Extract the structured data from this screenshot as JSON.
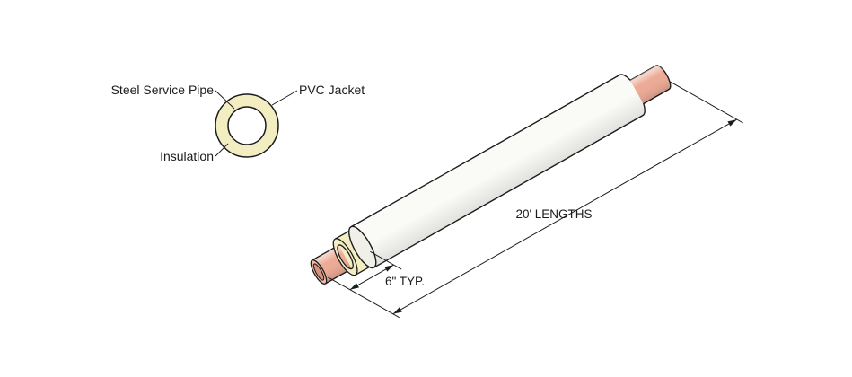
{
  "cross_section": {
    "labels": {
      "steel_service_pipe": "Steel Service Pipe",
      "pvc_jacket": "PVC Jacket",
      "insulation": "Insulation"
    }
  },
  "isometric": {
    "dim_end": "6\" TYP.",
    "dim_length": "20' LENGTHS"
  },
  "colors": {
    "line": "#1c1c1c",
    "insulation": "#F3EDC2",
    "copper_body": "#EDAA95",
    "copper_face": "#F2BBA9",
    "copper_bore": "#D8917D",
    "jacket_body": "#FAFAF7",
    "jacket_face": "#F0F0E9",
    "background": "#FFFFFF"
  }
}
